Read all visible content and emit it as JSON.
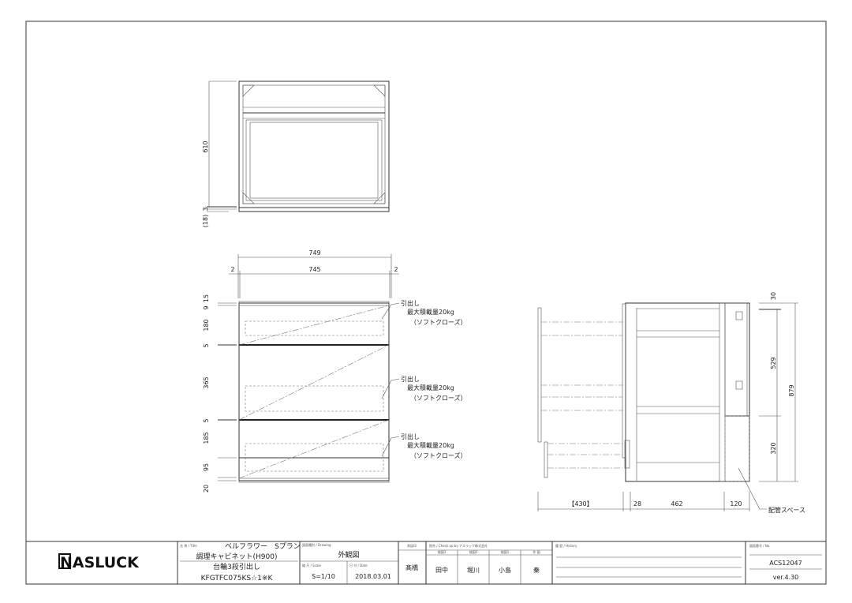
{
  "top_view": {
    "dim_depth": "610",
    "dim_3": "3",
    "dim_18": "(18)"
  },
  "front_view": {
    "dim_overall_width": "749",
    "dim_inner_width": "745",
    "dim_left_gap": "2",
    "dim_right_gap": "2",
    "vertical_dims": [
      "15",
      "9",
      "180",
      "5",
      "365",
      "5",
      "185",
      "95",
      "20"
    ],
    "callouts": [
      {
        "title": "引出し",
        "load": "最大積載量20kg",
        "feature": "（ソフトクローズ）"
      },
      {
        "title": "引出し",
        "load": "最大積載量20kg",
        "feature": "（ソフトクローズ）"
      },
      {
        "title": "引出し",
        "load": "最大積載量20kg",
        "feature": "（ソフトクローズ）"
      }
    ]
  },
  "side_view": {
    "dim_top": "30",
    "dim_upper": "529",
    "dim_total": "879",
    "dim_lower": "320",
    "dim_drawer_travel": "【430】",
    "dim_front": "28",
    "dim_body": "462",
    "dim_rear": "120",
    "piping_space_label": "配管スペース"
  },
  "title_block": {
    "logo": "NASLUCK",
    "title_label": "名 称 / Title",
    "title_line1": "ベルフラワー　Sプラン",
    "title_line2": "調理キャビネット(H900)",
    "title_line3": "台輪3段引出し",
    "title_line4": "KFGTFC075KS☆1※K",
    "drawing_label": "図面種別 / Drawing",
    "drawing_value": "外観図",
    "scale_label": "縮 尺 / Scale",
    "scale_value": "S=1/10",
    "date_label": "日 付 / Date",
    "date_value": "2018.03.01",
    "approval_label": "承認印",
    "approval_value": "髙橋",
    "check_label": "照合 / Check up by アスラック株式会社",
    "checkers": [
      {
        "role": "検図3",
        "name": "田中"
      },
      {
        "role": "検図2",
        "name": "堀川"
      },
      {
        "role": "検図1",
        "name": "小島"
      },
      {
        "role": "作 図",
        "name": "秦"
      }
    ],
    "history_label": "履 歴 / History",
    "number_label": "図面番号 / No.",
    "number_value": "ACS12047",
    "version": "ver.4.30"
  }
}
